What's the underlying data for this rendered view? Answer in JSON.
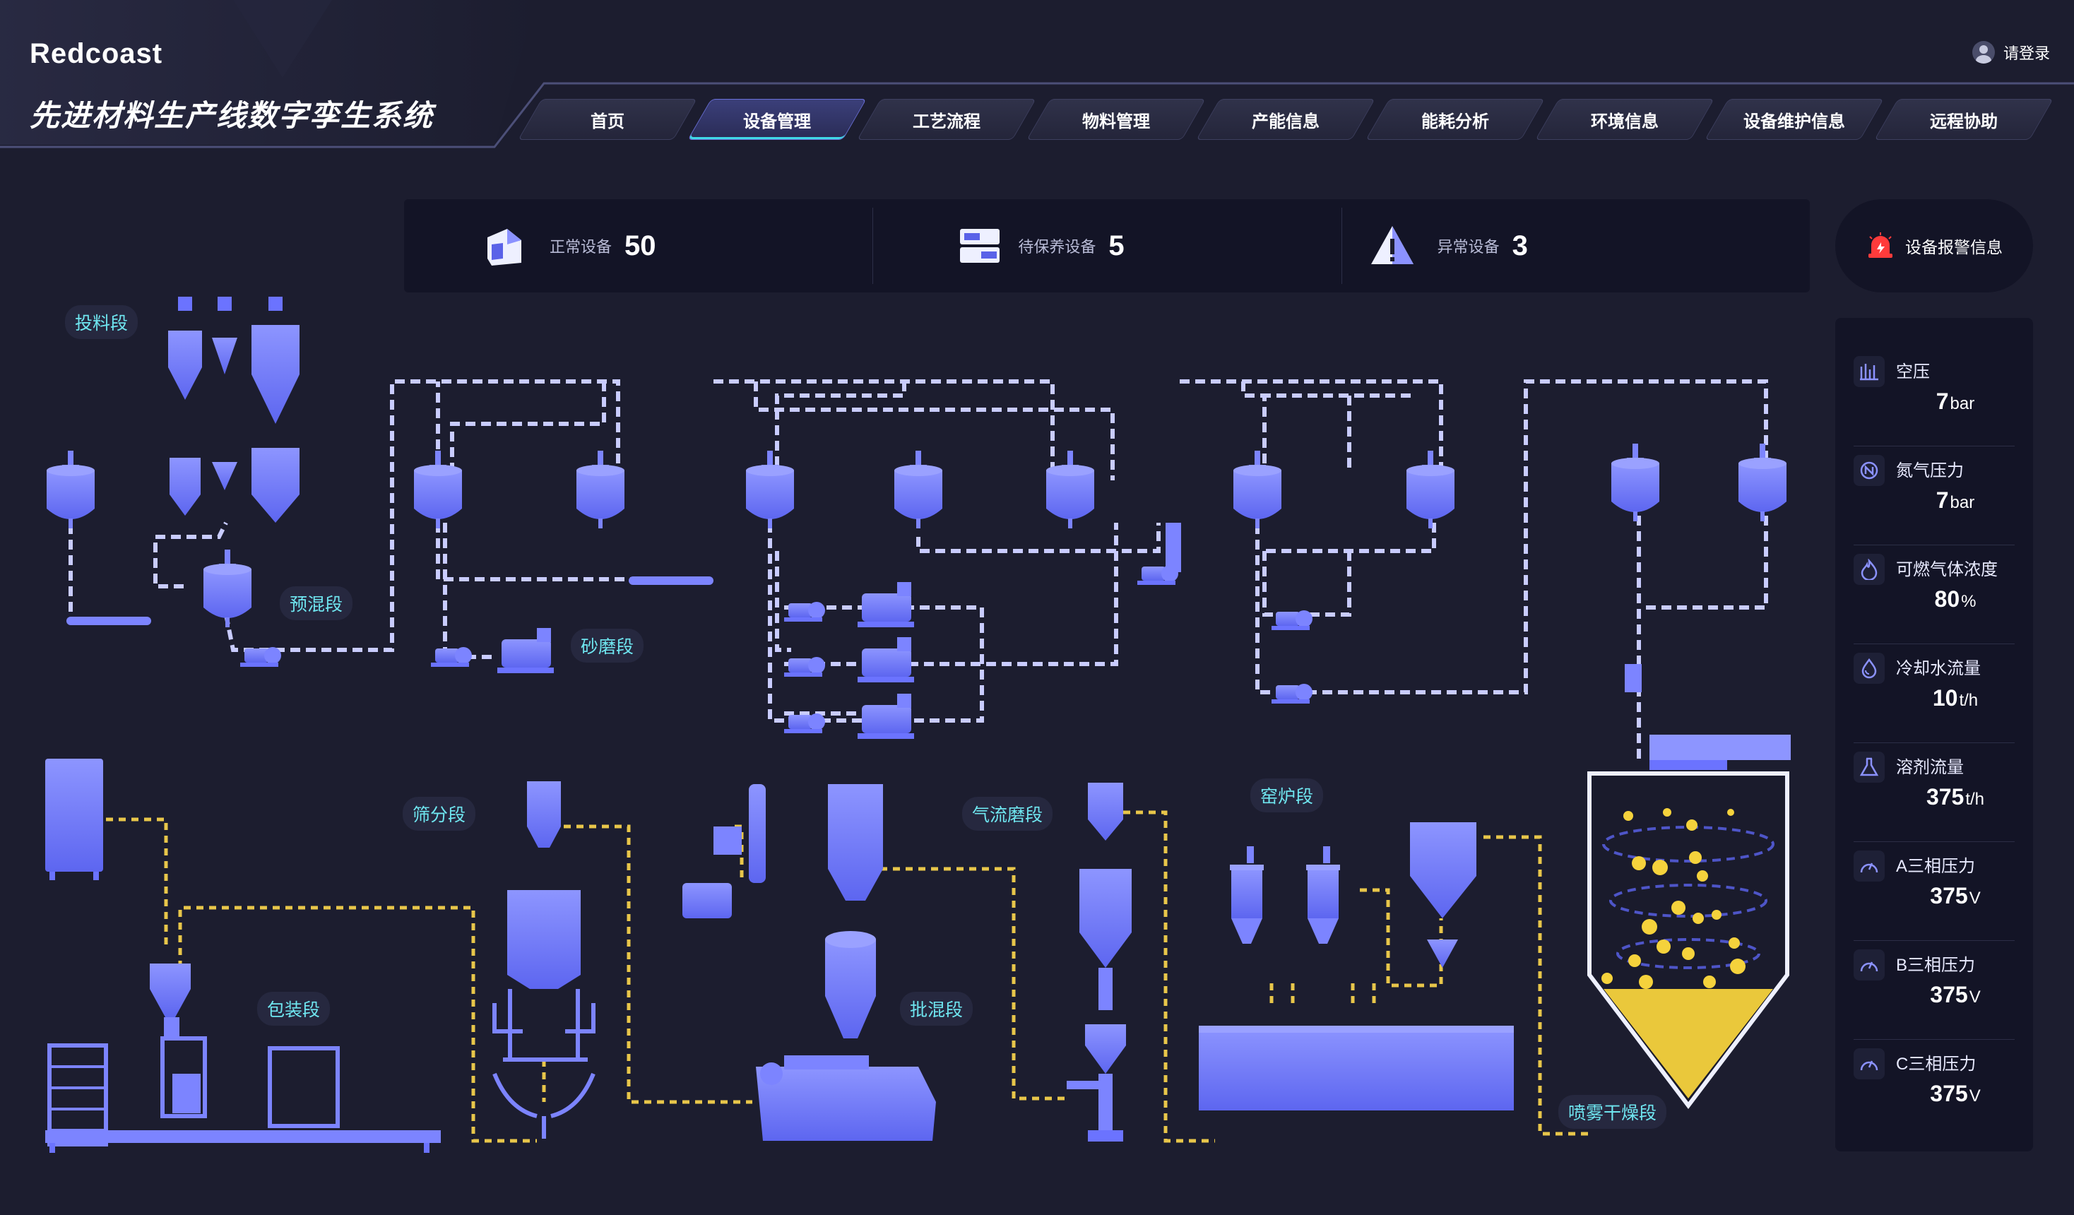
{
  "header": {
    "brand": "Redcoast",
    "title": "先进材料生产线数字孪生系统",
    "login_label": "请登录"
  },
  "nav": {
    "items": [
      {
        "label": "首页"
      },
      {
        "label": "设备管理"
      },
      {
        "label": "工艺流程"
      },
      {
        "label": "物料管理"
      },
      {
        "label": "产能信息"
      },
      {
        "label": "能耗分析"
      },
      {
        "label": "环境信息"
      },
      {
        "label": "设备维护信息"
      },
      {
        "label": "远程协助"
      }
    ],
    "active": "设备管理"
  },
  "stats": {
    "normal": {
      "label": "正常设备",
      "value": "50"
    },
    "maintenance": {
      "label": "待保养设备",
      "value": "5"
    },
    "abnormal": {
      "label": "异常设备",
      "value": "3"
    }
  },
  "alarm": {
    "label": "设备报警信息"
  },
  "metrics": [
    {
      "name": "空压",
      "value": "7",
      "unit": "bar",
      "icon": "pressure-gauge-icon"
    },
    {
      "name": "氮气压力",
      "value": "7",
      "unit": "bar",
      "icon": "nitrogen-icon"
    },
    {
      "name": "可燃气体浓度",
      "value": "80",
      "unit": "%",
      "icon": "flame-icon"
    },
    {
      "name": "冷却水流量",
      "value": "10",
      "unit": "t/h",
      "icon": "water-drop-icon"
    },
    {
      "name": "溶剂流量",
      "value": "375",
      "unit": "t/h",
      "icon": "flask-icon"
    },
    {
      "name": "A三相压力",
      "value": "375",
      "unit": "V",
      "icon": "meter-icon"
    },
    {
      "name": "B三相压力",
      "value": "375",
      "unit": "V",
      "icon": "meter-icon"
    },
    {
      "name": "C三相压力",
      "value": "375",
      "unit": "V",
      "icon": "meter-icon"
    }
  ],
  "stages": {
    "feeding": "投料段",
    "premix": "预混段",
    "grinding": "砂磨段",
    "screening": "筛分段",
    "packaging": "包装段",
    "jet_mill": "气流磨段",
    "batch_mix": "批混段",
    "kiln": "窑炉段",
    "spray_dry": "喷雾干燥段"
  },
  "colors": {
    "background": "#1c1d2f",
    "equipment": "#6b73ff",
    "pipe_upper": "#c9ccff",
    "pipe_lower": "#e8c64a",
    "accent": "#3fd8e6",
    "alarm": "#ff3b3b",
    "particles": "#f5d23c"
  }
}
